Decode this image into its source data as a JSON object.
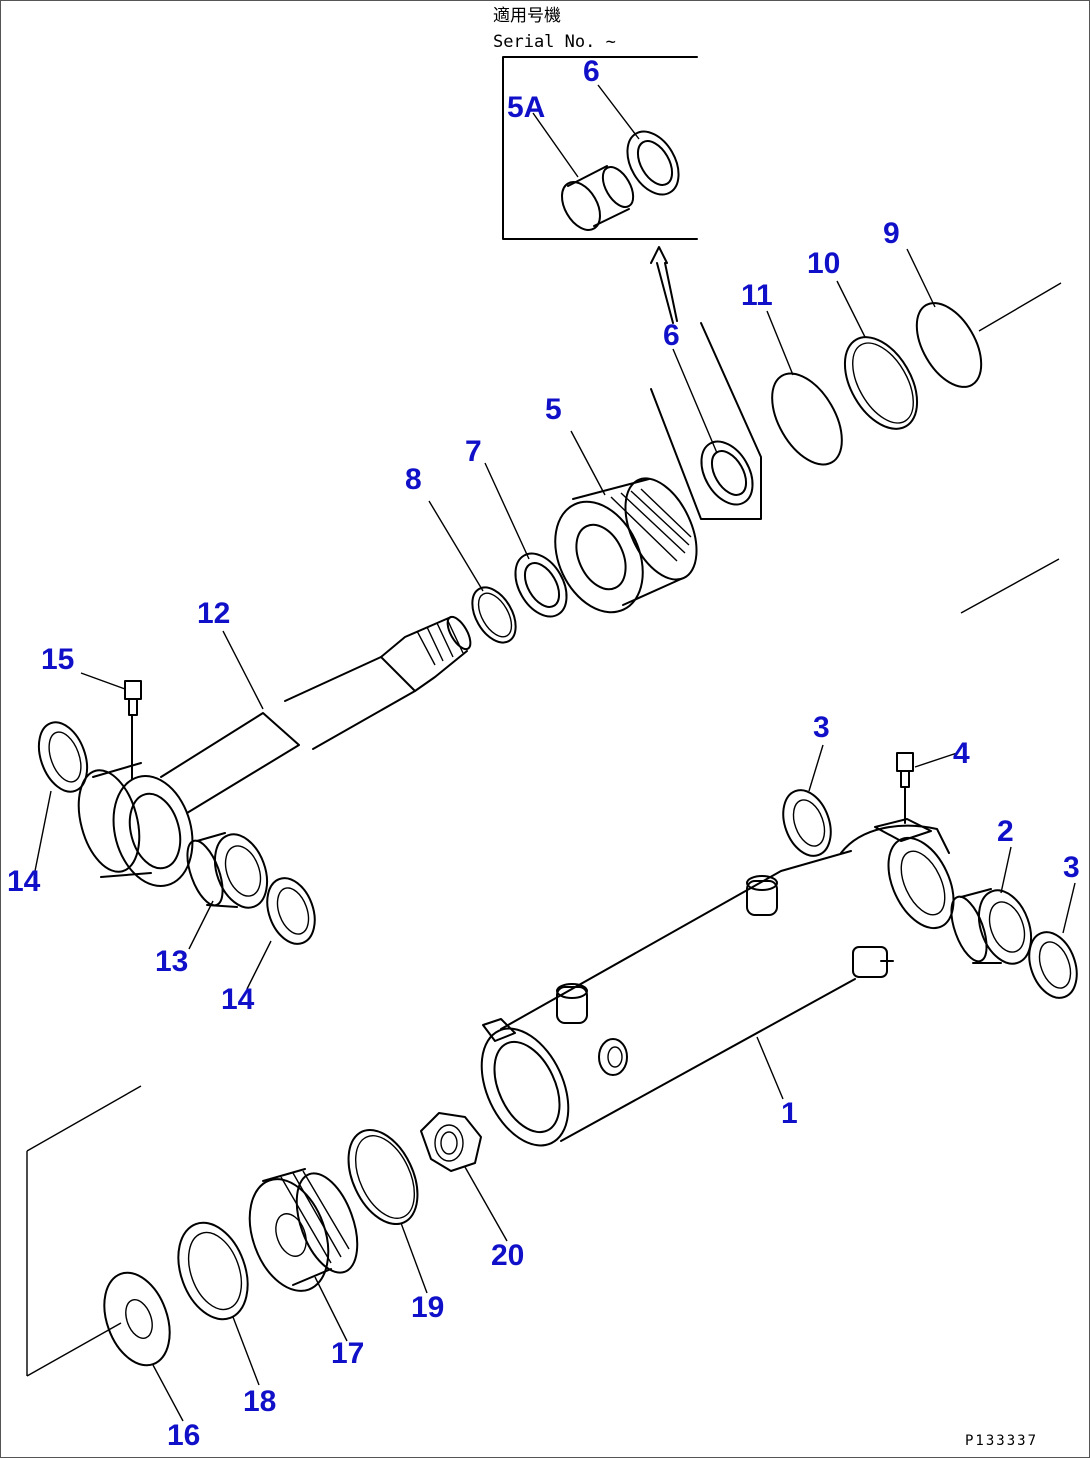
{
  "header": {
    "applicable_serial": "適用号機",
    "serial_no": "Serial No. ~"
  },
  "callouts": {
    "c1": "1",
    "c2": "2",
    "c3a": "3",
    "c3b": "3",
    "c4": "4",
    "c5": "5",
    "c5a": "5A",
    "c6_inset": "6",
    "c6": "6",
    "c7": "7",
    "c8": "8",
    "c9": "9",
    "c10": "10",
    "c11": "11",
    "c12": "12",
    "c13": "13",
    "c14a": "14",
    "c14b": "14",
    "c15": "15",
    "c16": "16",
    "c17": "17",
    "c18": "18",
    "c19": "19",
    "c20": "20"
  },
  "drawing_code": "P133337",
  "colors": {
    "callout": "#1010c8",
    "line": "#000000"
  }
}
